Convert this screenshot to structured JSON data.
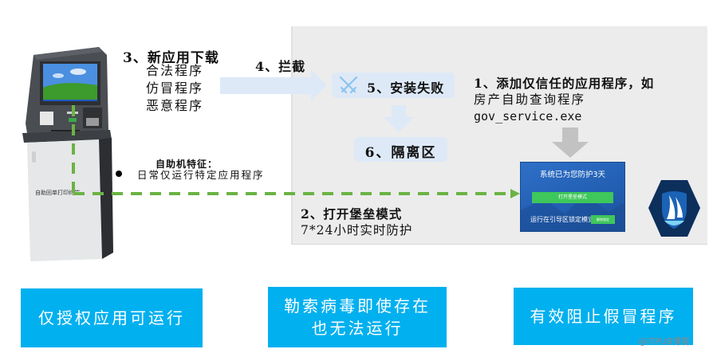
{
  "colors": {
    "panel_bg": "#ececec",
    "step_box_bg": "#dde9f7",
    "dash_green": "#6ab344",
    "bottom_box_bg": "#00b0ef",
    "product_blue": "#215db0",
    "product_button_green": "#3ec75a",
    "logo_navy": "#0d2f5c"
  },
  "kiosk": {
    "label": "自助回单打印终端"
  },
  "step3": {
    "title": "3、新应用下载",
    "items": [
      "合法程序",
      "仿冒程序",
      "恶意程序"
    ]
  },
  "step4": {
    "label": "4、拦截"
  },
  "step5": {
    "label": "5、安装失败",
    "icon": "crossed-swords-icon"
  },
  "step6": {
    "label": "6、隔离区"
  },
  "step1": {
    "title": "1、添加仅信任的应用程序，如",
    "line2": "房产自助查询程序",
    "line3": "gov_service.exe"
  },
  "product_window": {
    "title": "系统已为您防护3天",
    "button": "打开堡垒模式",
    "status": "运行在引导区锁定模式",
    "unlock": "解除锁定"
  },
  "feature": {
    "title": "自助机特征：",
    "bullet": "日常仅运行特定应用程序"
  },
  "step2": {
    "title": "2、打开堡垒模式",
    "subtitle": "7*24小时实时防护"
  },
  "bottom": [
    {
      "text": "仅授权应用可运行"
    },
    {
      "text": "勒索病毒即使存在也无法运行",
      "line1": "勒索病毒即使存在",
      "line2": "也无法运行"
    },
    {
      "text": "有效阻止假冒程序"
    }
  ],
  "watermark": "@ITPUB博客"
}
